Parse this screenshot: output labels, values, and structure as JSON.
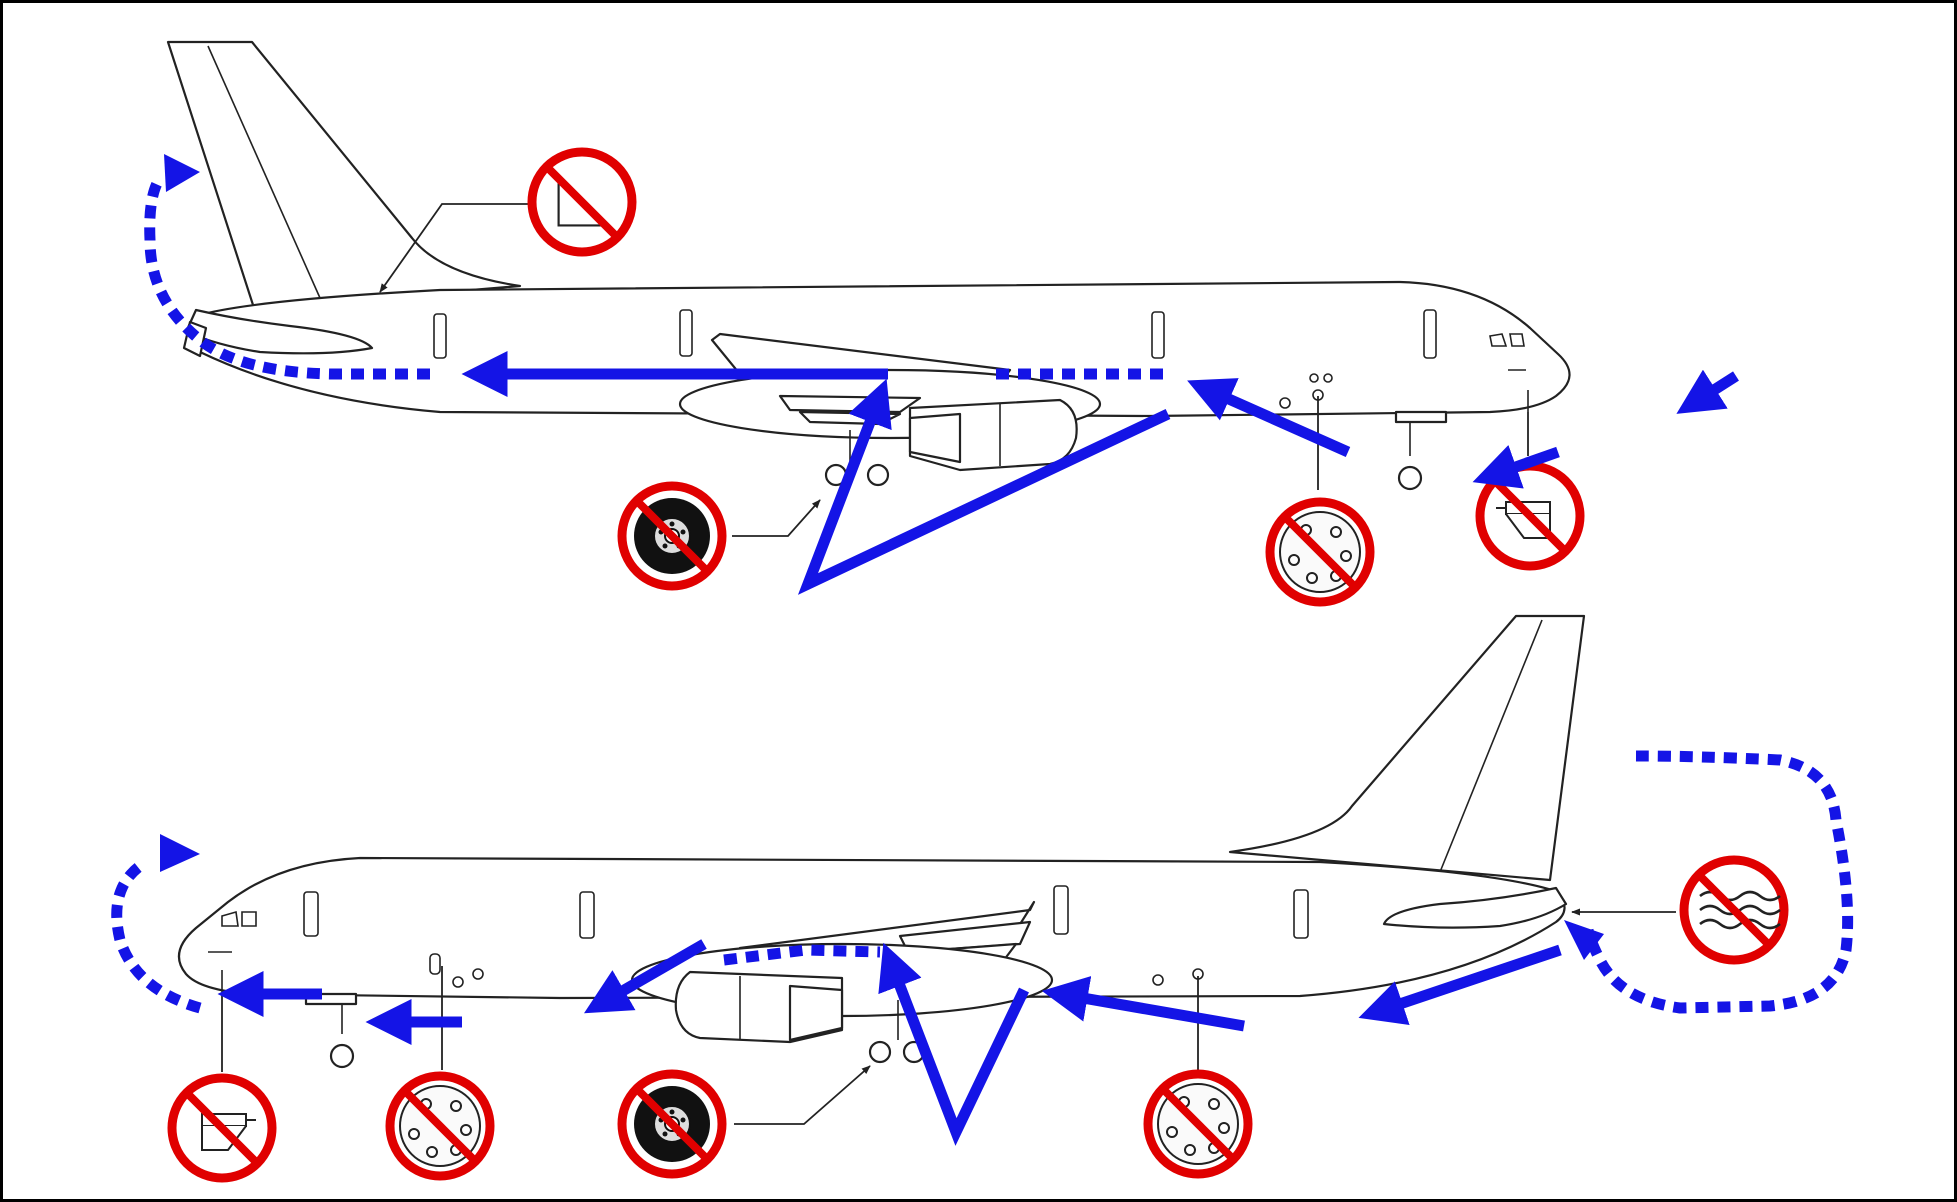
{
  "colors": {
    "flow": "#1414e6",
    "prohibition": "#e00000",
    "outline": "#222222",
    "frame": "#000000",
    "background": "#ffffff"
  },
  "icons": {
    "prohibition_sign": "prohibition-sign-icon",
    "flow_arrow": "arrowhead-icon"
  },
  "diagram": {
    "views": [
      {
        "name": "aircraft-side-view-left",
        "orientation": "nose-right"
      },
      {
        "name": "aircraft-side-view-right",
        "orientation": "nose-left"
      }
    ],
    "legend_flow_styles": [
      "solid",
      "dotted"
    ],
    "prohibited_zones": [
      {
        "zone": "tail-cone-vent",
        "icon": "vent-prohibited-icon"
      },
      {
        "zone": "main-landing-gear-wheel",
        "icon": "wheel-prohibited-icon"
      },
      {
        "zone": "static-ports",
        "icon": "static-port-prohibited-icon"
      },
      {
        "zone": "pitot-probe",
        "icon": "pitot-prohibited-icon"
      },
      {
        "zone": "apu-exhaust",
        "icon": "exhaust-prohibited-icon"
      }
    ]
  }
}
